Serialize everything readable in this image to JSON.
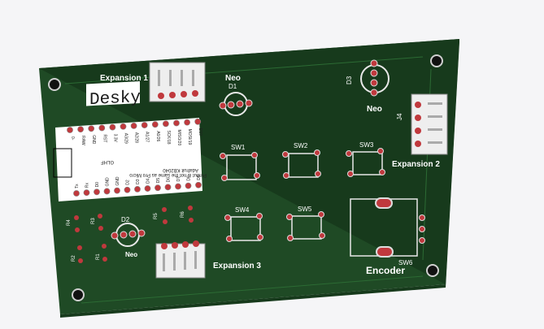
{
  "board": {
    "title": "Desky",
    "colors": {
      "background": "#f5f5f7",
      "pcb": "#1f4a25",
      "silkscreen": "#ffffff",
      "pad": "#c0393d",
      "copper_hole": "#d9d9d9"
    }
  },
  "labels": {
    "expansion1": "Expansion 1",
    "expansion2": "Expansion 2",
    "expansion3": "Expansion 3",
    "neo_top": "Neo",
    "neo_right": "Neo",
    "neo_left": "Neo",
    "encoder": "Encoder",
    "d1": "D1",
    "d2": "D2",
    "d3": "D3",
    "j4": "J4",
    "sw1": "SW1",
    "sw2": "SW2",
    "sw3": "SW3",
    "sw4": "SW4",
    "sw5": "SW5",
    "sw6": "SW6",
    "r1": "R1",
    "r2": "R2",
    "r3": "R3",
    "r4": "R4",
    "r5": "R5",
    "r6": "R6"
  },
  "mcu": {
    "name": "Adafruit KB2040",
    "note": "Pinout is not the same as Pro Micro",
    "top_pins": [
      "0-",
      "RAW",
      "GND",
      "RST",
      "3.3V",
      "A3/29",
      "A2/28",
      "A1/27",
      "A0/26",
      "SCK/18",
      "MISO/20",
      "MOSI/19",
      "D10"
    ],
    "bottom_pins": [
      "Tx",
      "Rx",
      "D0",
      "GND",
      "GND",
      "D2",
      "D3",
      "D4",
      "D5",
      "D6",
      "D7",
      "D8",
      "D9"
    ],
    "marker": "GLHF"
  }
}
